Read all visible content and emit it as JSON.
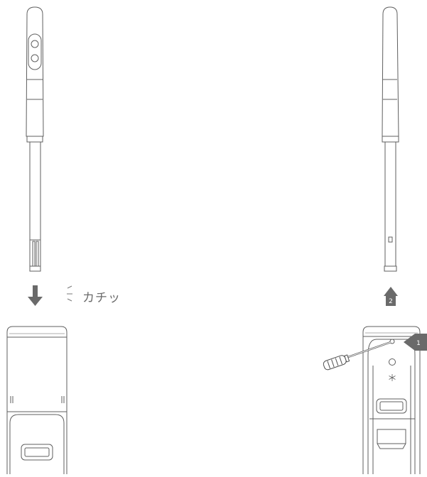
{
  "colors": {
    "line": "#5f5f5f",
    "arrow": "#6a6a6a",
    "background": "#ffffff"
  },
  "left_panel": {
    "sound_text": "カチッ",
    "arrow_icon": "arrow-down-icon",
    "sound_icon": "click-sound-lines-icon"
  },
  "right_panel": {
    "step_1_label": "1",
    "step_2_label": "2",
    "tool_icon": "screwdriver-icon",
    "lock_icon": "snowflake-icon"
  }
}
